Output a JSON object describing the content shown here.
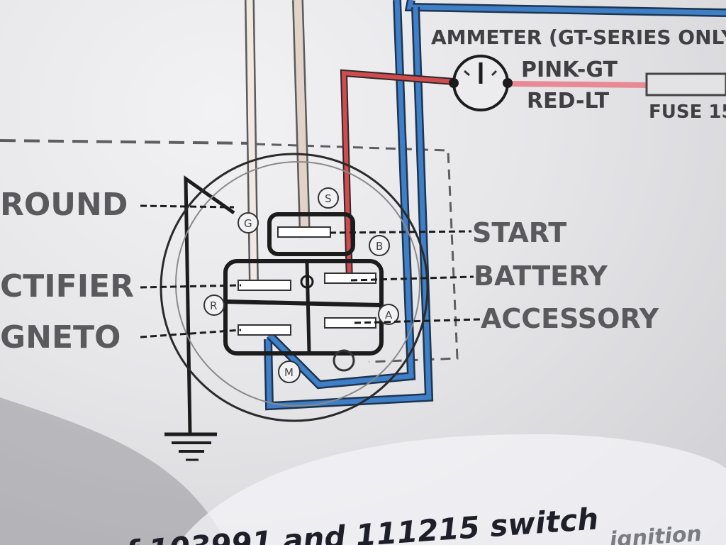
{
  "ammeter": {
    "title": "AMMETER (GT-SERIES ONLY",
    "wire_top": "PINK-GT",
    "wire_bottom": "RED-LT",
    "fuse": "FUSE 15"
  },
  "left_labels": {
    "ground": "ROUND",
    "rectifier": "CTIFIER",
    "magneto": "GNETO"
  },
  "right_labels": {
    "start": "START",
    "battery": "BATTERY",
    "accessory": "ACCESSORY"
  },
  "terminals": [
    "S",
    "G",
    "B",
    "R",
    "A",
    "M"
  ],
  "caption": {
    "line1": "f 103991 and 111215 switch",
    "line2": "ignition"
  },
  "colors": {
    "blue_wire": "#3f7fc7",
    "red_wire": "#d34a4e",
    "pink_wire": "#e88a96",
    "black_wire": "#1c1c1c"
  }
}
